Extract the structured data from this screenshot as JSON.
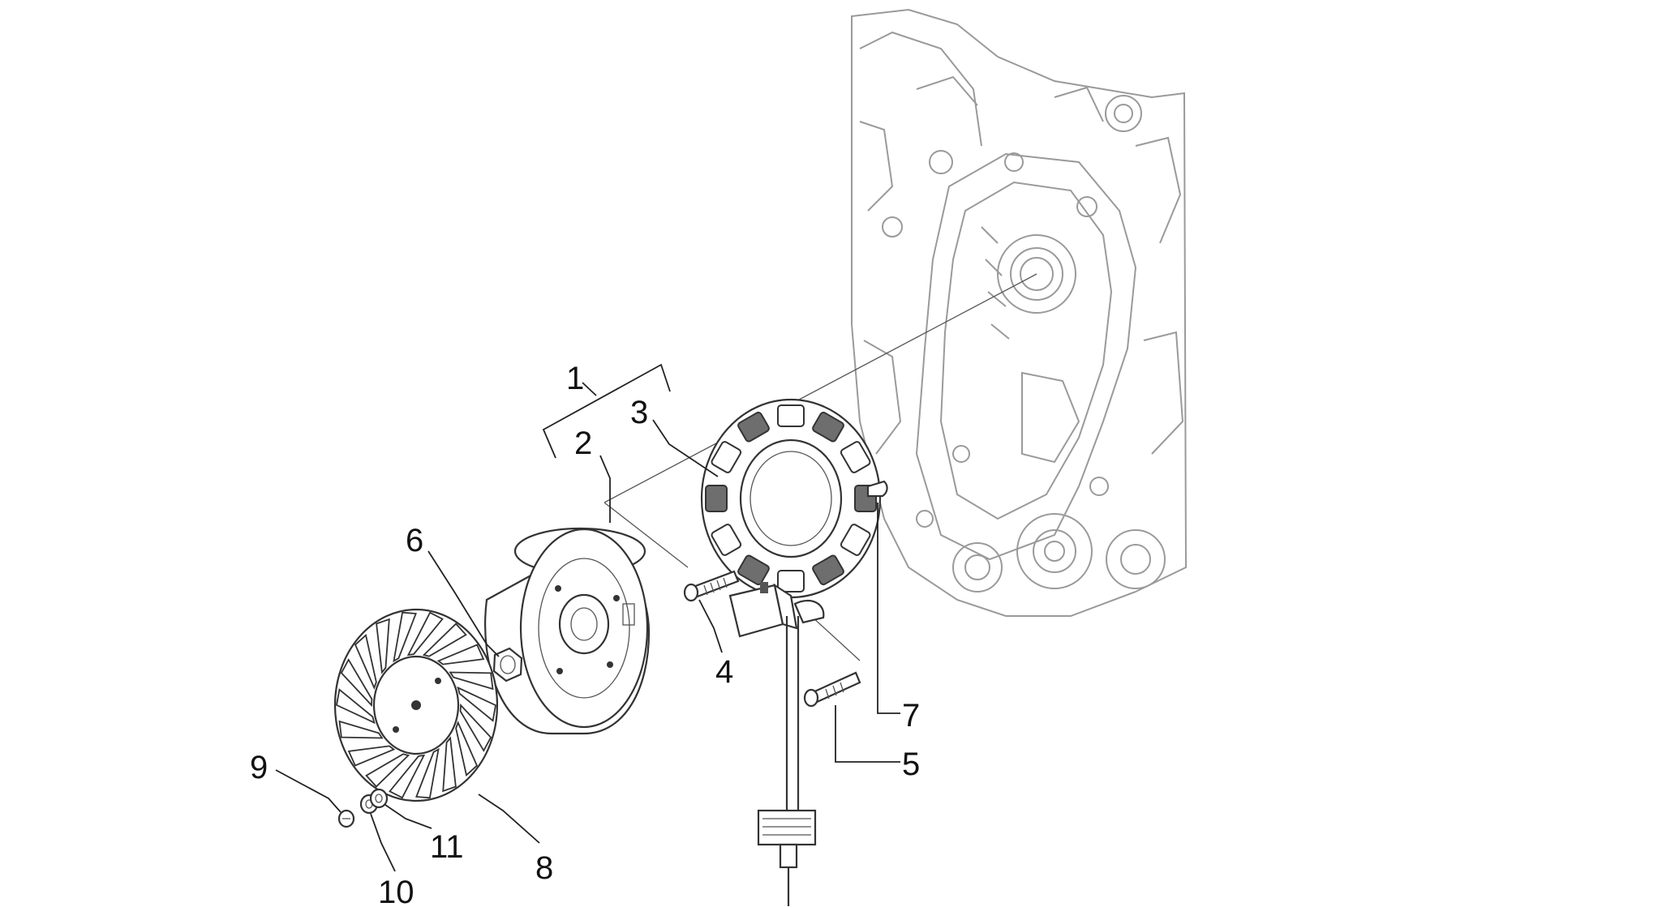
{
  "callouts": {
    "c1": "1",
    "c2": "2",
    "c3": "3",
    "c4": "4",
    "c5": "5",
    "c6": "6",
    "c7": "7",
    "c8": "8",
    "c9": "9",
    "c10": "10",
    "c11": "11"
  },
  "colors": {
    "line": "#333333",
    "casing": "#9a9a9a",
    "stator_coil": "#6e6e6e",
    "background": "#ffffff"
  }
}
